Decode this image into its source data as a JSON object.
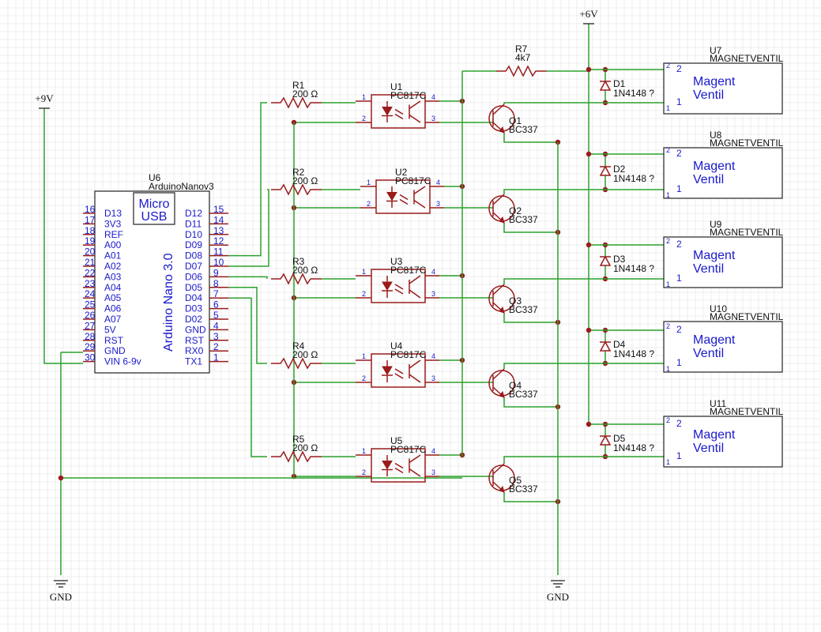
{
  "power": {
    "v9": "+9V",
    "v6": "+6V",
    "gnd_left": "GND",
    "gnd_right": "GND"
  },
  "arduino": {
    "ref": "U6",
    "value": "ArduinoNanov3",
    "usb_line1": "Micro",
    "usb_line2": "USB",
    "board_label": "Arduino Nano 3.0",
    "vin_label": "VIN 6-9v",
    "left_pins": [
      {
        "num": "16",
        "name": "D13"
      },
      {
        "num": "17",
        "name": "3V3"
      },
      {
        "num": "18",
        "name": "REF"
      },
      {
        "num": "19",
        "name": "A00"
      },
      {
        "num": "20",
        "name": "A01"
      },
      {
        "num": "21",
        "name": "A02"
      },
      {
        "num": "22",
        "name": "A03"
      },
      {
        "num": "23",
        "name": "A04"
      },
      {
        "num": "24",
        "name": "A05"
      },
      {
        "num": "25",
        "name": "A06"
      },
      {
        "num": "26",
        "name": "A07"
      },
      {
        "num": "27",
        "name": "5V"
      },
      {
        "num": "28",
        "name": "RST"
      },
      {
        "num": "29",
        "name": "GND"
      },
      {
        "num": "30",
        "name": "VIN 6-9v"
      }
    ],
    "right_pins": [
      {
        "num": "15",
        "name": "D12"
      },
      {
        "num": "14",
        "name": "D11"
      },
      {
        "num": "13",
        "name": "D10"
      },
      {
        "num": "12",
        "name": "D09"
      },
      {
        "num": "11",
        "name": "D08"
      },
      {
        "num": "10",
        "name": "D07"
      },
      {
        "num": "9",
        "name": "D06"
      },
      {
        "num": "8",
        "name": "D05"
      },
      {
        "num": "7",
        "name": "D04"
      },
      {
        "num": "6",
        "name": "D03"
      },
      {
        "num": "5",
        "name": "D02"
      },
      {
        "num": "4",
        "name": "GND"
      },
      {
        "num": "3",
        "name": "RST"
      },
      {
        "num": "2",
        "name": "RX0"
      },
      {
        "num": "1",
        "name": "TX1"
      }
    ]
  },
  "resistors": [
    {
      "ref": "R1",
      "value": "200 Ω"
    },
    {
      "ref": "R2",
      "value": "200 Ω"
    },
    {
      "ref": "R3",
      "value": "200 Ω"
    },
    {
      "ref": "R4",
      "value": "200 Ω"
    },
    {
      "ref": "R5",
      "value": "200 Ω"
    }
  ],
  "pullup": {
    "ref": "R7",
    "value": "4k7"
  },
  "optocouplers": [
    {
      "ref": "U1",
      "value": "PC817C"
    },
    {
      "ref": "U2",
      "value": "PC817C"
    },
    {
      "ref": "U3",
      "value": "PC817C"
    },
    {
      "ref": "U4",
      "value": "PC817C"
    },
    {
      "ref": "U5",
      "value": "PC817C"
    }
  ],
  "opto_pins": [
    "1",
    "2",
    "3",
    "4"
  ],
  "transistors": [
    {
      "ref": "Q1",
      "value": "BC337"
    },
    {
      "ref": "Q2",
      "value": "BC337"
    },
    {
      "ref": "Q3",
      "value": "BC337"
    },
    {
      "ref": "Q4",
      "value": "BC337"
    },
    {
      "ref": "Q5",
      "value": "BC337"
    }
  ],
  "diodes": [
    {
      "ref": "D1",
      "value": "1N4148 ?"
    },
    {
      "ref": "D2",
      "value": "1N4148 ?"
    },
    {
      "ref": "D3",
      "value": "1N4148 ?"
    },
    {
      "ref": "D4",
      "value": "1N4148 ?"
    },
    {
      "ref": "D5",
      "value": "1N4148 ?"
    }
  ],
  "valves": [
    {
      "ref": "U7",
      "value": "MAGNETVENTIL",
      "line1": "Magent",
      "line2": "Ventil",
      "pin2": "2",
      "pin1": "1"
    },
    {
      "ref": "U8",
      "value": "MAGNETVENTIL",
      "line1": "Magent",
      "line2": "Ventil",
      "pin2": "2",
      "pin1": "1"
    },
    {
      "ref": "U9",
      "value": "MAGNETVENTIL",
      "line1": "Magent",
      "line2": "Ventil",
      "pin2": "2",
      "pin1": "1"
    },
    {
      "ref": "U10",
      "value": "MAGNETVENTIL",
      "line1": "Magent",
      "line2": "Ventil",
      "pin2": "2",
      "pin1": "1"
    },
    {
      "ref": "U11",
      "value": "MAGNETVENTIL",
      "line1": "Magent",
      "line2": "Ventil",
      "pin2": "2",
      "pin1": "1"
    }
  ]
}
